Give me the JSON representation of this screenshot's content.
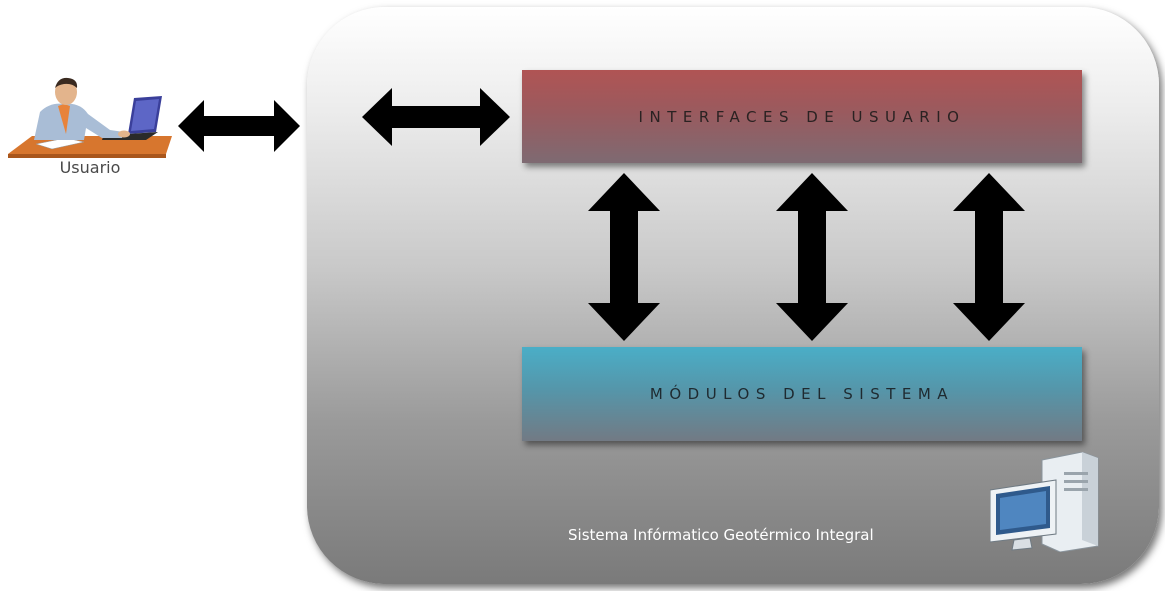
{
  "user": {
    "label": "Usuario",
    "icon": "person-at-desk-icon"
  },
  "system": {
    "caption": "Sistema Infórmatico Geotérmico Integral",
    "icon": "desktop-computer-icon"
  },
  "layers": {
    "interfaces": "INTERFACES DE USUARIO",
    "modulos": "MÓDULOS DEL SISTEMA"
  },
  "colors": {
    "interfaces_top": "#b05454",
    "modulos_top": "#4aaec7",
    "arrow": "#000000"
  }
}
